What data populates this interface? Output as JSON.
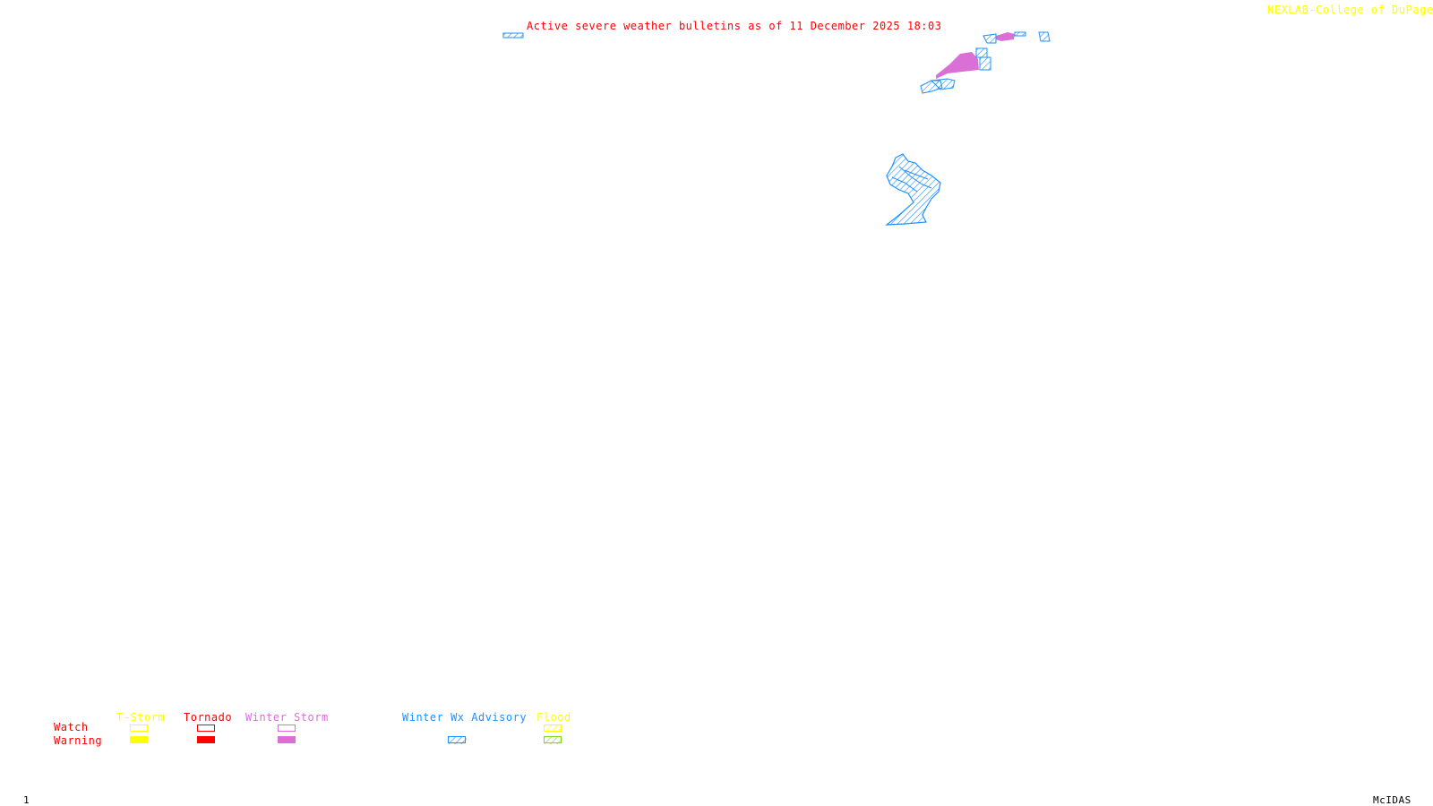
{
  "header": {
    "title": "Active severe weather bulletins as of 11 December 2025 18:03",
    "title_color": "#ff0000",
    "credit": "NEXLAB-College of DuPage",
    "credit_color": "#ffff00",
    "credit_icon": "arrow-icon"
  },
  "legend": {
    "row_labels": {
      "watch": "Watch",
      "warning": "Warning"
    },
    "row_label_color": "#ff0000",
    "categories": [
      {
        "label": "T-Storm",
        "color": "#ffff00",
        "watch": "outline",
        "warning": "filled"
      },
      {
        "label": "Tornado",
        "color": "#ff0000",
        "watch": "outline",
        "warning": "filled"
      },
      {
        "label": "Winter Storm",
        "color": "#da70d6",
        "watch": "outline",
        "warning": "filled"
      },
      {
        "label": "Winter Wx Advisory",
        "color": "#1e90ff",
        "watch": "none",
        "warning": "hatched"
      },
      {
        "label": "Flood",
        "color": "#ffff00",
        "watch": "hatched",
        "warning": "hatched",
        "warning_color": "#7fd620"
      }
    ]
  },
  "map": {
    "regions": [
      {
        "type": "Winter Storm Warning",
        "area": "northeast",
        "color": "#da70d6"
      },
      {
        "type": "Winter Wx Advisory",
        "area": "northeast",
        "color": "#1e90ff"
      },
      {
        "type": "Winter Wx Advisory",
        "area": "great-lakes",
        "color": "#1e90ff"
      },
      {
        "type": "Winter Wx Advisory",
        "area": "northwest",
        "color": "#1e90ff"
      }
    ]
  },
  "footer": {
    "frame_number": "1",
    "software": "McIDAS"
  }
}
